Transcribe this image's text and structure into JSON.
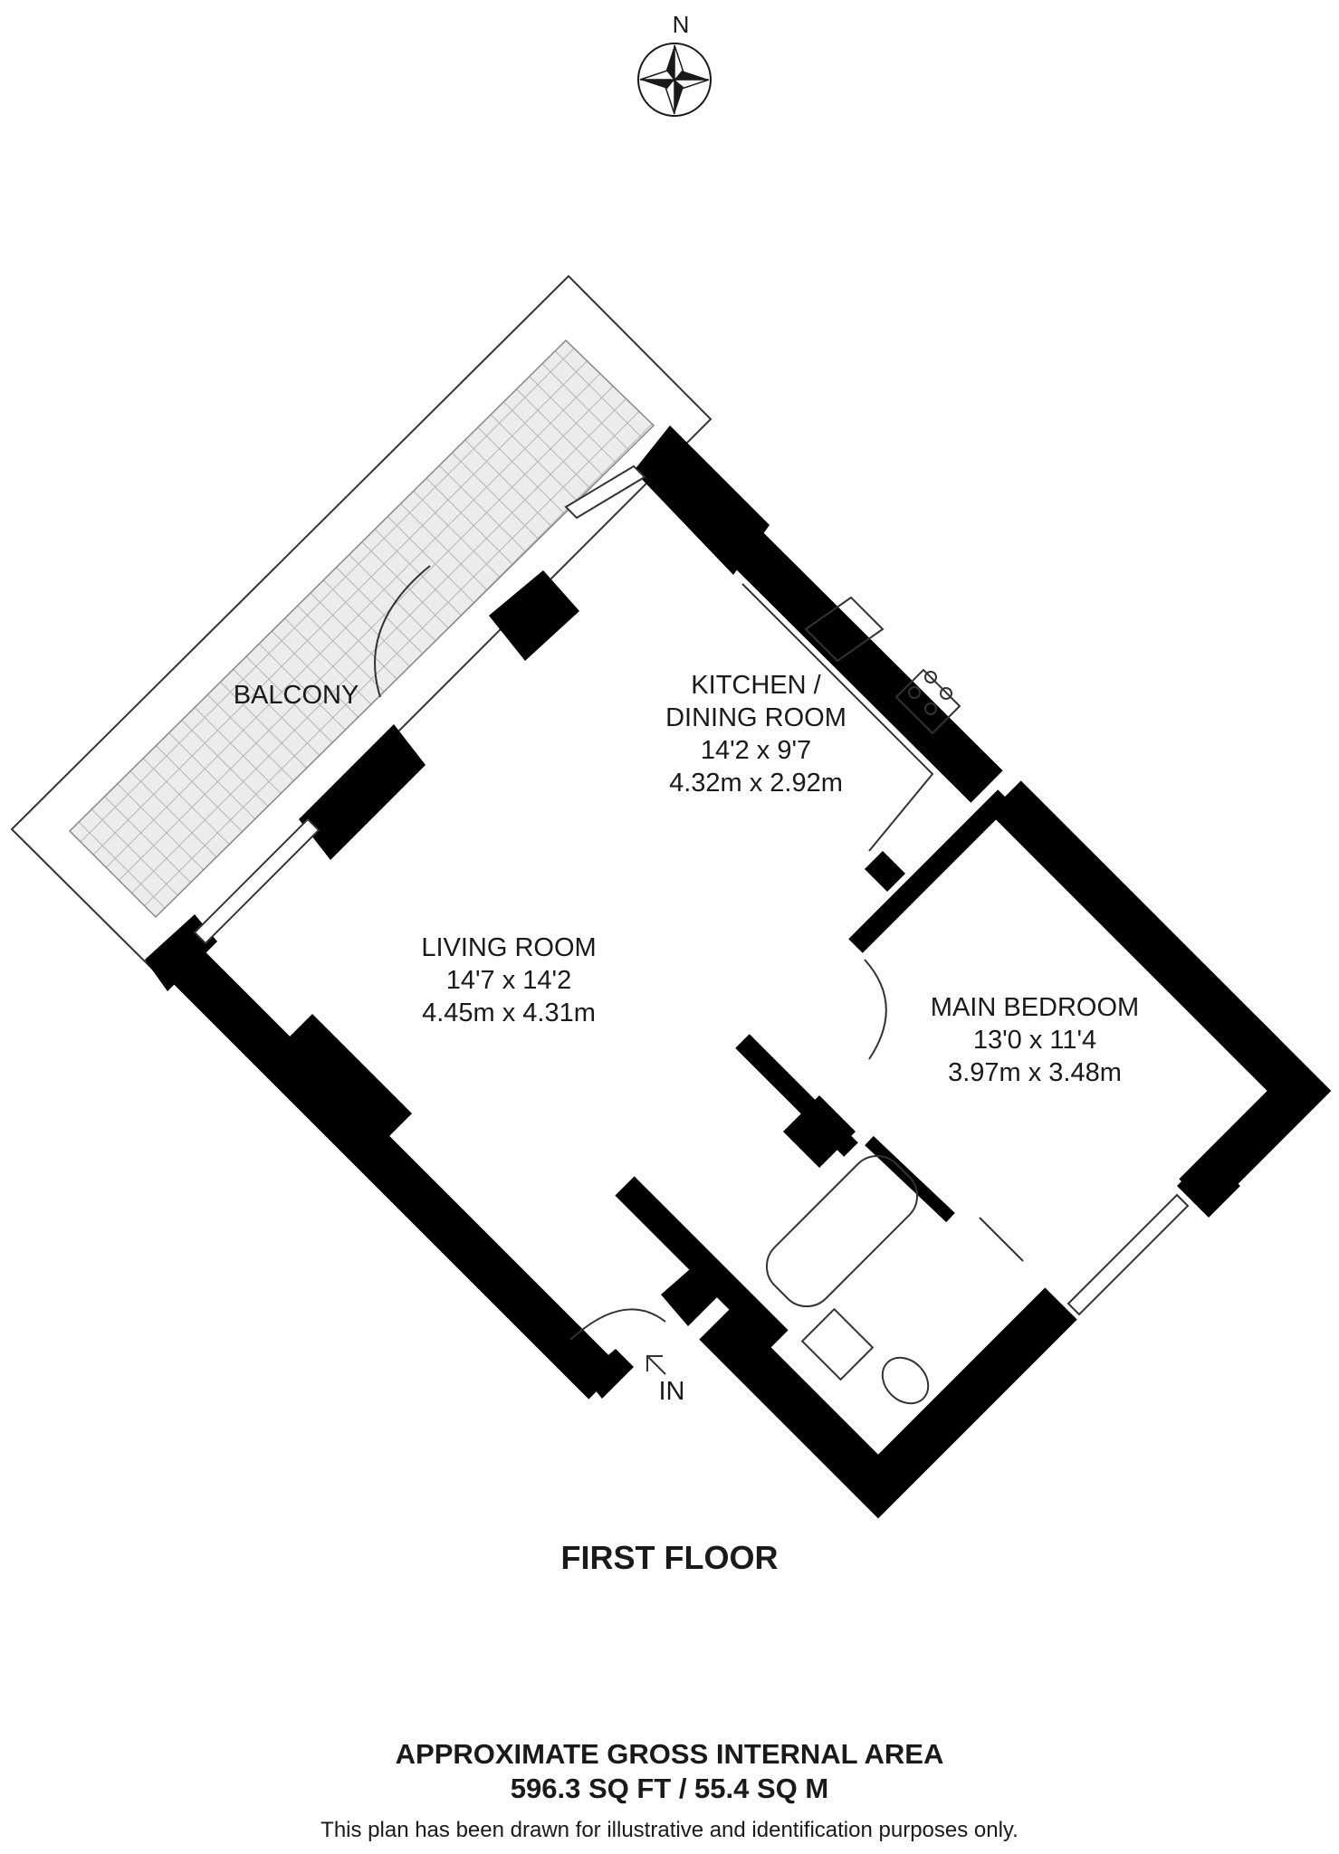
{
  "compass": {
    "north_label": "N"
  },
  "rooms": {
    "balcony": {
      "name": "BALCONY"
    },
    "kitchen": {
      "name_line1": "KITCHEN /",
      "name_line2": "DINING ROOM",
      "imperial": "14'2 x 9'7",
      "metric": "4.32m x 2.92m"
    },
    "living": {
      "name": "LIVING ROOM",
      "imperial": "14'7 x 14'2",
      "metric": "4.45m x 4.31m"
    },
    "bedroom": {
      "name": "MAIN BEDROOM",
      "imperial": "13'0 x 11'4",
      "metric": "3.97m x 3.48m"
    }
  },
  "entrance": {
    "label": "IN"
  },
  "floor": {
    "title": "FIRST FLOOR"
  },
  "area": {
    "title": "APPROXIMATE GROSS INTERNAL AREA",
    "value": "596.3 SQ FT / 55.4 SQ M"
  },
  "disclaimer": "This plan has been drawn for illustrative and identification purposes only.",
  "colors": {
    "wall": "#000000",
    "grid": "#b9b9b9",
    "background": "#ffffff"
  }
}
